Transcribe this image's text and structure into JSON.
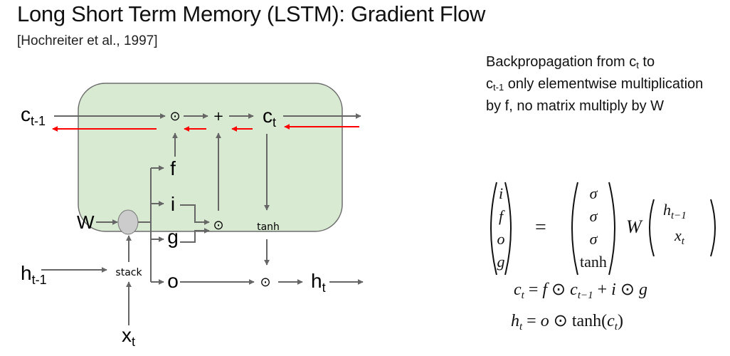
{
  "header": {
    "title": "Long Short Term Memory (LSTM): Gradient Flow",
    "citation": "[Hochreiter et al., 1997]"
  },
  "note": {
    "line1_prefix": "Backpropagation from c",
    "line1_sub": "t",
    "line1_suffix": " to",
    "line2_prefix": "c",
    "line2_sub": "t-1",
    "line2_suffix": " only elementwise multiplication by f, no matrix multiply by W"
  },
  "diagram": {
    "colors": {
      "cell_fill": "#d9ead3",
      "cell_border": "#6d6d6d",
      "arrow": "#666666",
      "gradient_arrow": "#ff0000",
      "node_fill": "#cccccc"
    },
    "labels": {
      "c_prev": "c",
      "c_prev_sub": "t-1",
      "c_next": "c",
      "c_next_sub": "t",
      "h_prev": "h",
      "h_prev_sub": "t-1",
      "h_next": "h",
      "h_next_sub": "t",
      "x": "x",
      "x_sub": "t",
      "W": "W",
      "stack": "stack",
      "tanh": "tanh",
      "gate_f": "f",
      "gate_i": "i",
      "gate_g": "g",
      "gate_o": "o",
      "odot": "⊙",
      "plus": "+"
    }
  },
  "equations": {
    "lhs": [
      "i",
      "f",
      "o",
      "g"
    ],
    "rhs": [
      "σ",
      "σ",
      "σ",
      "tanh"
    ],
    "equals": "=",
    "W": "W",
    "vec": [
      "h_{t−1}",
      "x_t"
    ],
    "vec_top": "h",
    "vec_top_sub": "t−1",
    "vec_bot": "x",
    "vec_bot_sub": "t",
    "cell_eq": {
      "lhs": "c",
      "lhs_sub": "t",
      "eq": " = ",
      "f": "f",
      "odot": " ⊙ ",
      "c": "c",
      "c_sub": "t−1",
      "plus": " + ",
      "i": "i",
      "odot2": " ⊙ ",
      "g": "g"
    },
    "hidden_eq": {
      "lhs": "h",
      "lhs_sub": "t",
      "eq": " = ",
      "o": "o",
      "odot": " ⊙ ",
      "tanh": "tanh(",
      "c": "c",
      "c_sub": "t",
      "close": ")"
    }
  }
}
